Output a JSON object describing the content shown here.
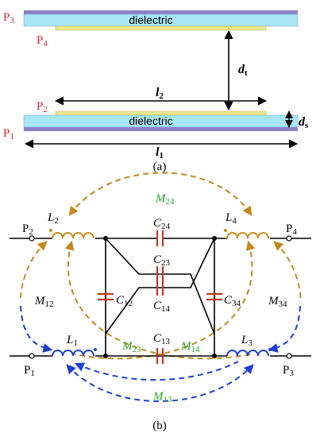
{
  "panel_a": {
    "port_top_left": "P",
    "port_top_left_sub": "3",
    "port_p4": "P",
    "port_p4_sub": "4",
    "port_p2": "P",
    "port_p2_sub": "2",
    "port_p1": "P",
    "port_p1_sub": "1",
    "dielectric_top": "dielectric",
    "dielectric_bottom": "dielectric",
    "dt": "d",
    "dt_sub": "t",
    "ds": "d",
    "ds_sub": "s",
    "l2": "l",
    "l2_sub": "2",
    "l1": "l",
    "l1_sub": "1",
    "caption": "(a)"
  },
  "panel_b": {
    "M24": "M",
    "M24_sub": "24",
    "L2": "L",
    "L2_sub": "2",
    "L4": "L",
    "L4_sub": "4",
    "P2": "P",
    "P2_sub": "2",
    "P4": "P",
    "P4_sub": "4",
    "C24": "C",
    "C24_sub": "24",
    "C23": "C",
    "C23_sub": "23",
    "C12": "C",
    "C12_sub": "12",
    "C14": "C",
    "C14_sub": "14",
    "C34": "C",
    "C34_sub": "34",
    "M12": "M",
    "M12_sub": "12",
    "M34": "M",
    "M34_sub": "34",
    "C13": "C",
    "C13_sub": "13",
    "L1": "L",
    "L1_sub": "1",
    "L3": "L",
    "L3_sub": "3",
    "M23": "M",
    "M23_sub": "23",
    "M14": "M",
    "M14_sub": "14",
    "P1": "P",
    "P1_sub": "1",
    "P3": "P",
    "P3_sub": "3",
    "M13": "M",
    "M13_sub": "13",
    "caption": "(b)"
  },
  "colors": {
    "port_red": "#c8282e",
    "dielectric_fill": "#a8e6f5",
    "strip_yellow": "#f0e88c",
    "ground_purple": "#8c82c8",
    "cap_red": "#c0392b",
    "inductor_orange": "#d08a1a",
    "mutual_orange": "#c08a20",
    "mutual_blue": "#1f3fd0",
    "mutual_green": "#2ca02c"
  }
}
